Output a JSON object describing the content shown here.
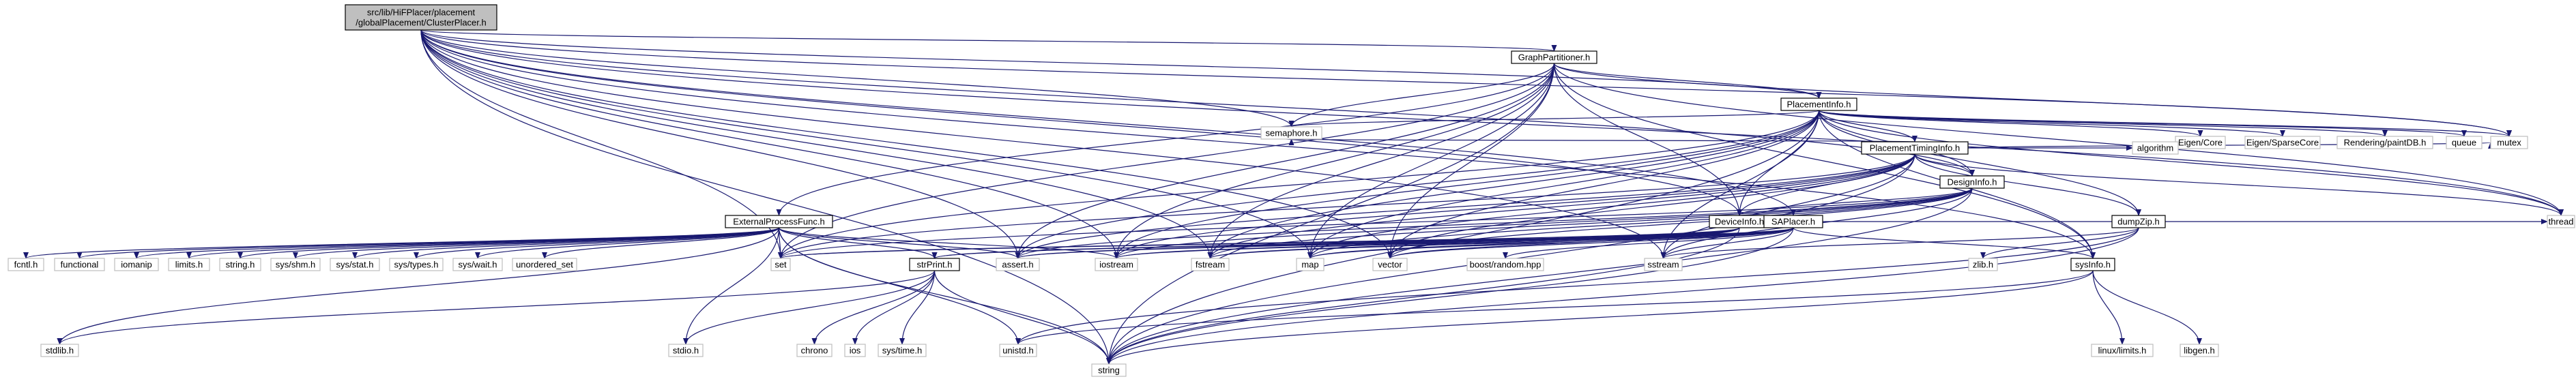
{
  "colors": {
    "edge": "#191970",
    "node_border": "#000000",
    "node_fill": "#ffffff",
    "leaf_border": "#bfbfbf",
    "root_fill": "#bfbfbf"
  },
  "nodes": [
    {
      "id": "root",
      "lines": [
        "src/lib/HiFPlacer/placement",
        "/globalPlacement/ClusterPlacer.h"
      ],
      "kind": "root"
    },
    {
      "id": "graphpartitioner",
      "lines": [
        "GraphPartitioner.h"
      ],
      "kind": "file"
    },
    {
      "id": "placementinfo",
      "lines": [
        "PlacementInfo.h"
      ],
      "kind": "file"
    },
    {
      "id": "placementtiminginfo",
      "lines": [
        "PlacementTimingInfo.h"
      ],
      "kind": "file"
    },
    {
      "id": "designinfo",
      "lines": [
        "DesignInfo.h"
      ],
      "kind": "file"
    },
    {
      "id": "deviceinfo",
      "lines": [
        "DeviceInfo.h"
      ],
      "kind": "file"
    },
    {
      "id": "externalprocessfunc",
      "lines": [
        "ExternalProcessFunc.h"
      ],
      "kind": "file"
    },
    {
      "id": "saplacer",
      "lines": [
        "SAPlacer.h"
      ],
      "kind": "file"
    },
    {
      "id": "dumpzip",
      "lines": [
        "dumpZip.h"
      ],
      "kind": "file"
    },
    {
      "id": "strprint",
      "lines": [
        "strPrint.h"
      ],
      "kind": "file"
    },
    {
      "id": "sysinfo",
      "lines": [
        "sysInfo.h"
      ],
      "kind": "file"
    },
    {
      "id": "semaphore",
      "lines": [
        "semaphore.h"
      ],
      "kind": "leaf"
    },
    {
      "id": "eigencore",
      "lines": [
        "Eigen/Core"
      ],
      "kind": "leaf"
    },
    {
      "id": "eigensparse",
      "lines": [
        "Eigen/SparseCore"
      ],
      "kind": "leaf"
    },
    {
      "id": "paintdb",
      "lines": [
        "Rendering/paintDB.h"
      ],
      "kind": "leaf"
    },
    {
      "id": "queue",
      "lines": [
        "queue"
      ],
      "kind": "leaf"
    },
    {
      "id": "mutex",
      "lines": [
        "mutex"
      ],
      "kind": "leaf"
    },
    {
      "id": "algorithm",
      "lines": [
        "algorithm"
      ],
      "kind": "leaf"
    },
    {
      "id": "thread",
      "lines": [
        "thread"
      ],
      "kind": "leaf"
    },
    {
      "id": "fcntl",
      "lines": [
        "fcntl.h"
      ],
      "kind": "leaf"
    },
    {
      "id": "functional",
      "lines": [
        "functional"
      ],
      "kind": "leaf"
    },
    {
      "id": "iomanip",
      "lines": [
        "iomanip"
      ],
      "kind": "leaf"
    },
    {
      "id": "limits",
      "lines": [
        "limits.h"
      ],
      "kind": "leaf"
    },
    {
      "id": "stringh",
      "lines": [
        "string.h"
      ],
      "kind": "leaf"
    },
    {
      "id": "sysshm",
      "lines": [
        "sys/shm.h"
      ],
      "kind": "leaf"
    },
    {
      "id": "sysstat",
      "lines": [
        "sys/stat.h"
      ],
      "kind": "leaf"
    },
    {
      "id": "systypes",
      "lines": [
        "sys/types.h"
      ],
      "kind": "leaf"
    },
    {
      "id": "syswait",
      "lines": [
        "sys/wait.h"
      ],
      "kind": "leaf"
    },
    {
      "id": "unorderedset",
      "lines": [
        "unordered_set"
      ],
      "kind": "leaf"
    },
    {
      "id": "set",
      "lines": [
        "set"
      ],
      "kind": "leaf"
    },
    {
      "id": "asserth",
      "lines": [
        "assert.h"
      ],
      "kind": "leaf"
    },
    {
      "id": "iostream",
      "lines": [
        "iostream"
      ],
      "kind": "leaf"
    },
    {
      "id": "fstream",
      "lines": [
        "fstream"
      ],
      "kind": "leaf"
    },
    {
      "id": "map",
      "lines": [
        "map"
      ],
      "kind": "leaf"
    },
    {
      "id": "vector",
      "lines": [
        "vector"
      ],
      "kind": "leaf"
    },
    {
      "id": "boostrandom",
      "lines": [
        "boost/random.hpp"
      ],
      "kind": "leaf"
    },
    {
      "id": "sstream",
      "lines": [
        "sstream"
      ],
      "kind": "leaf"
    },
    {
      "id": "zlib",
      "lines": [
        "zlib.h"
      ],
      "kind": "leaf"
    },
    {
      "id": "stdlib",
      "lines": [
        "stdlib.h"
      ],
      "kind": "leaf"
    },
    {
      "id": "stdio",
      "lines": [
        "stdio.h"
      ],
      "kind": "leaf"
    },
    {
      "id": "chrono",
      "lines": [
        "chrono"
      ],
      "kind": "leaf"
    },
    {
      "id": "ios",
      "lines": [
        "ios"
      ],
      "kind": "leaf"
    },
    {
      "id": "systime",
      "lines": [
        "sys/time.h"
      ],
      "kind": "leaf"
    },
    {
      "id": "unistd",
      "lines": [
        "unistd.h"
      ],
      "kind": "leaf"
    },
    {
      "id": "string",
      "lines": [
        "string"
      ],
      "kind": "leaf"
    },
    {
      "id": "linuxlimits",
      "lines": [
        "linux/limits.h"
      ],
      "kind": "leaf"
    },
    {
      "id": "libgen",
      "lines": [
        "libgen.h"
      ],
      "kind": "leaf"
    }
  ],
  "edges": [
    [
      "root",
      "graphpartitioner"
    ],
    [
      "root",
      "placementinfo"
    ],
    [
      "root",
      "saplacer"
    ],
    [
      "root",
      "designinfo"
    ],
    [
      "root",
      "deviceinfo"
    ],
    [
      "root",
      "semaphore"
    ],
    [
      "root",
      "mutex"
    ],
    [
      "root",
      "thread"
    ],
    [
      "root",
      "sysinfo"
    ],
    [
      "root",
      "sstream"
    ],
    [
      "root",
      "vector"
    ],
    [
      "root",
      "set"
    ],
    [
      "root",
      "asserth"
    ],
    [
      "root",
      "fstream"
    ],
    [
      "root",
      "map"
    ],
    [
      "root",
      "string"
    ],
    [
      "root",
      "iostream"
    ],
    [
      "graphpartitioner",
      "externalprocessfunc"
    ],
    [
      "graphpartitioner",
      "placementinfo"
    ],
    [
      "graphpartitioner",
      "semaphore"
    ],
    [
      "graphpartitioner",
      "set"
    ],
    [
      "graphpartitioner",
      "asserth"
    ],
    [
      "graphpartitioner",
      "iostream"
    ],
    [
      "graphpartitioner",
      "fstream"
    ],
    [
      "graphpartitioner",
      "map"
    ],
    [
      "graphpartitioner",
      "vector"
    ],
    [
      "graphpartitioner",
      "string"
    ],
    [
      "graphpartitioner",
      "mutex"
    ],
    [
      "graphpartitioner",
      "thread"
    ],
    [
      "graphpartitioner",
      "sysinfo"
    ],
    [
      "graphpartitioner",
      "deviceinfo"
    ],
    [
      "placementinfo",
      "placementtiminginfo"
    ],
    [
      "placementinfo",
      "designinfo"
    ],
    [
      "placementinfo",
      "deviceinfo"
    ],
    [
      "placementinfo",
      "eigencore"
    ],
    [
      "placementinfo",
      "eigensparse"
    ],
    [
      "placementinfo",
      "paintdb"
    ],
    [
      "placementinfo",
      "queue"
    ],
    [
      "placementinfo",
      "mutex"
    ],
    [
      "placementinfo",
      "dumpzip"
    ],
    [
      "placementinfo",
      "sstream"
    ],
    [
      "placementinfo",
      "thread"
    ],
    [
      "placementinfo",
      "semaphore"
    ],
    [
      "placementinfo",
      "set"
    ],
    [
      "placementinfo",
      "asserth"
    ],
    [
      "placementinfo",
      "iostream"
    ],
    [
      "placementinfo",
      "fstream"
    ],
    [
      "placementinfo",
      "map"
    ],
    [
      "placementinfo",
      "vector"
    ],
    [
      "placementinfo",
      "string"
    ],
    [
      "placementinfo",
      "sysinfo"
    ],
    [
      "placementtiminginfo",
      "designinfo"
    ],
    [
      "placementtiminginfo",
      "deviceinfo"
    ],
    [
      "placementtiminginfo",
      "algorithm"
    ],
    [
      "placementtiminginfo",
      "semaphore"
    ],
    [
      "placementtiminginfo",
      "mutex"
    ],
    [
      "placementtiminginfo",
      "thread"
    ],
    [
      "placementtiminginfo",
      "sstream"
    ],
    [
      "placementtiminginfo",
      "set"
    ],
    [
      "placementtiminginfo",
      "asserth"
    ],
    [
      "placementtiminginfo",
      "iostream"
    ],
    [
      "placementtiminginfo",
      "fstream"
    ],
    [
      "placementtiminginfo",
      "map"
    ],
    [
      "placementtiminginfo",
      "vector"
    ],
    [
      "placementtiminginfo",
      "string"
    ],
    [
      "placementtiminginfo",
      "dumpzip"
    ],
    [
      "designinfo",
      "deviceinfo"
    ],
    [
      "designinfo",
      "asserth"
    ],
    [
      "designinfo",
      "iostream"
    ],
    [
      "designinfo",
      "fstream"
    ],
    [
      "designinfo",
      "map"
    ],
    [
      "designinfo",
      "vector"
    ],
    [
      "designinfo",
      "string"
    ],
    [
      "designinfo",
      "sstream"
    ],
    [
      "designinfo",
      "set"
    ],
    [
      "deviceinfo",
      "strprint"
    ],
    [
      "deviceinfo",
      "set"
    ],
    [
      "deviceinfo",
      "asserth"
    ],
    [
      "deviceinfo",
      "iostream"
    ],
    [
      "deviceinfo",
      "fstream"
    ],
    [
      "deviceinfo",
      "map"
    ],
    [
      "deviceinfo",
      "vector"
    ],
    [
      "deviceinfo",
      "string"
    ],
    [
      "externalprocessfunc",
      "fcntl"
    ],
    [
      "externalprocessfunc",
      "functional"
    ],
    [
      "externalprocessfunc",
      "iomanip"
    ],
    [
      "externalprocessfunc",
      "limits"
    ],
    [
      "externalprocessfunc",
      "stringh"
    ],
    [
      "externalprocessfunc",
      "sysshm"
    ],
    [
      "externalprocessfunc",
      "sysstat"
    ],
    [
      "externalprocessfunc",
      "systypes"
    ],
    [
      "externalprocessfunc",
      "syswait"
    ],
    [
      "externalprocessfunc",
      "unorderedset"
    ],
    [
      "externalprocessfunc",
      "set"
    ],
    [
      "externalprocessfunc",
      "asserth"
    ],
    [
      "externalprocessfunc",
      "strprint"
    ],
    [
      "externalprocessfunc",
      "stdlib"
    ],
    [
      "externalprocessfunc",
      "stdio"
    ],
    [
      "externalprocessfunc",
      "unistd"
    ],
    [
      "externalprocessfunc",
      "string"
    ],
    [
      "externalprocessfunc",
      "iostream"
    ],
    [
      "saplacer",
      "asserth"
    ],
    [
      "saplacer",
      "fstream"
    ],
    [
      "saplacer",
      "iostream"
    ],
    [
      "saplacer",
      "map"
    ],
    [
      "saplacer",
      "vector"
    ],
    [
      "saplacer",
      "boostrandom"
    ],
    [
      "saplacer",
      "sstream"
    ],
    [
      "saplacer",
      "thread"
    ],
    [
      "saplacer",
      "sysinfo"
    ],
    [
      "saplacer",
      "string"
    ],
    [
      "saplacer",
      "set"
    ],
    [
      "saplacer",
      "strprint"
    ],
    [
      "dumpzip",
      "sstream"
    ],
    [
      "dumpzip",
      "zlib"
    ],
    [
      "dumpzip",
      "string"
    ],
    [
      "dumpzip",
      "unistd"
    ],
    [
      "strprint",
      "stdlib"
    ],
    [
      "strprint",
      "stdio"
    ],
    [
      "strprint",
      "chrono"
    ],
    [
      "strprint",
      "ios"
    ],
    [
      "strprint",
      "systime"
    ],
    [
      "strprint",
      "string"
    ],
    [
      "sysinfo",
      "string"
    ],
    [
      "sysinfo",
      "unistd"
    ],
    [
      "sysinfo",
      "linuxlimits"
    ],
    [
      "sysinfo",
      "libgen"
    ]
  ]
}
